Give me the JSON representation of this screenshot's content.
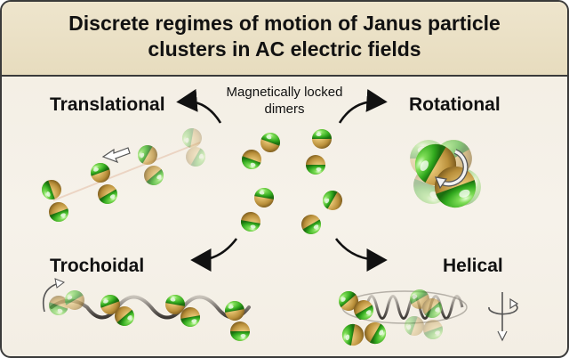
{
  "title": {
    "line1": "Discrete regimes of motion of Janus particle",
    "line2": "clusters in AC electric fields"
  },
  "center": {
    "line1": "Magnetically locked",
    "line2": "dimers"
  },
  "regimes": {
    "translational": "Translational",
    "rotational": "Rotational",
    "trochoidal": "Trochoidal",
    "helical": "Helical"
  },
  "colors": {
    "green": "#3fbf2a",
    "gold": "#d8b25a",
    "title_bg": "#ebe2c6",
    "panel_bg": "#f4efe6",
    "arrow": "#111111"
  },
  "icons": [
    "open-arrow-icon",
    "curved-rotation-arrow-icon",
    "rotation-axis-icon"
  ]
}
